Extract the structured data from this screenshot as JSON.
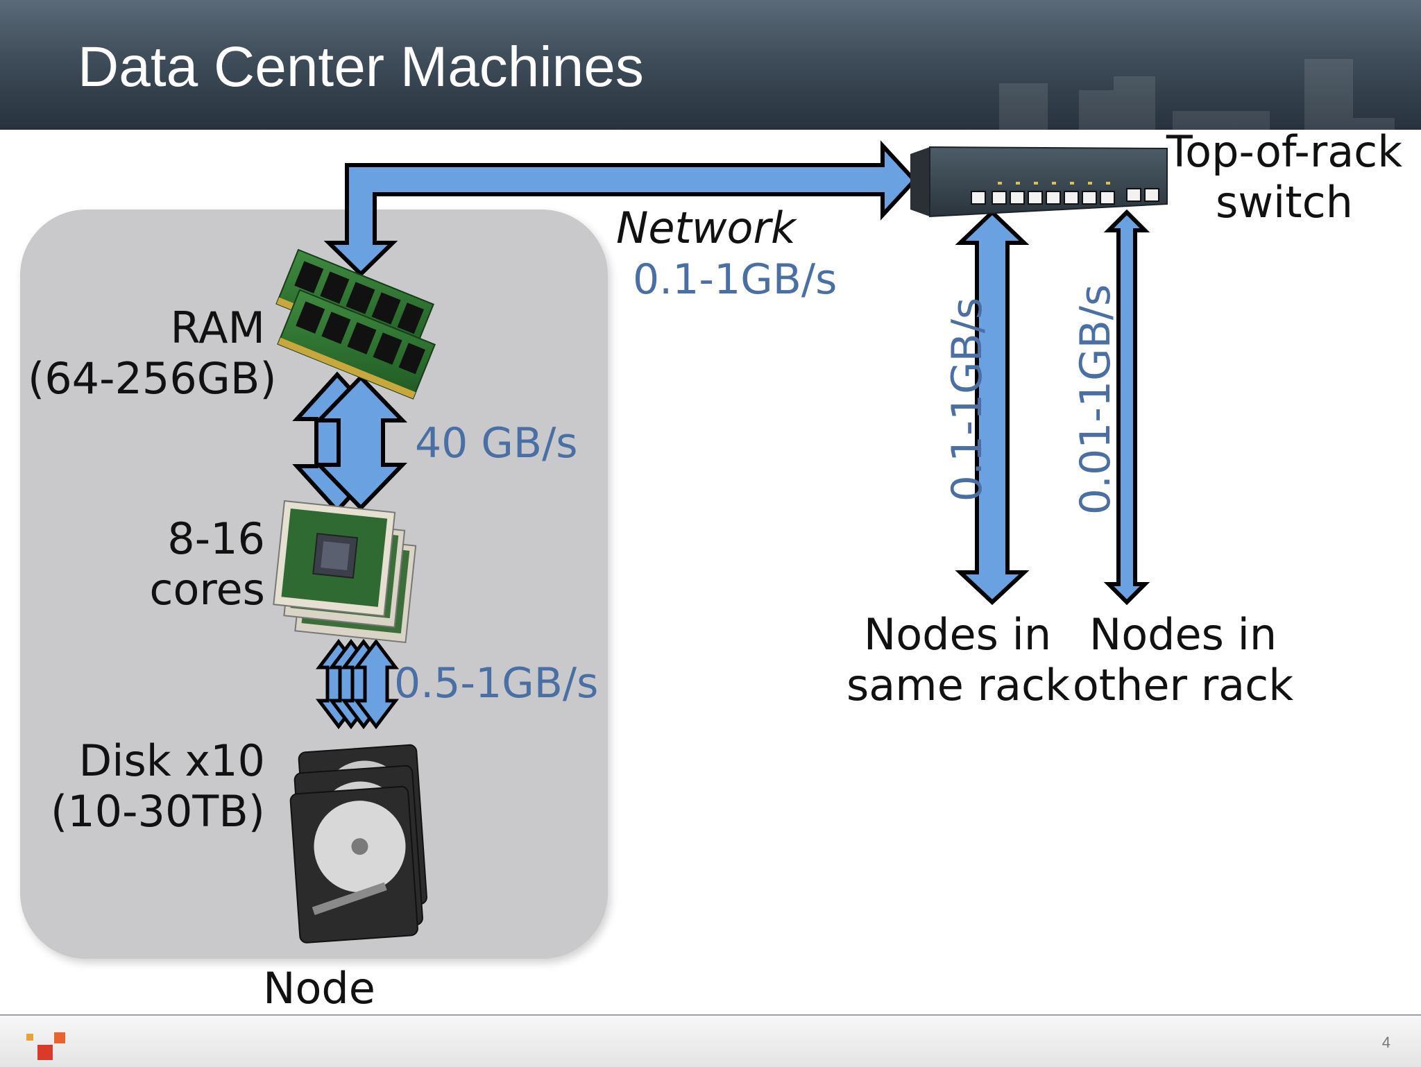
{
  "slide": {
    "title": "Data Center Machines",
    "page_number": "4"
  },
  "node": {
    "label": "Node",
    "ram_label": "RAM",
    "ram_size": "(64-256GB)",
    "cpu_label_line1": "8-16",
    "cpu_label_line2": "cores",
    "disk_label": "Disk x10",
    "disk_size": "(10-30TB)",
    "ram_cpu_bandwidth": "40 GB/s",
    "cpu_disk_bandwidth": "0.5-1GB/s"
  },
  "network": {
    "label": "Network",
    "bandwidth": "0.1-1GB/s",
    "switch_label_line1": "Top-of-rack",
    "switch_label_line2": "switch",
    "same_rack_bandwidth": "0.1-1GB/s",
    "other_rack_bandwidth": "0.01-1GB/s",
    "same_rack_line1": "Nodes in",
    "same_rack_line2": "same rack",
    "other_rack_line1": "Nodes in",
    "other_rack_line2": "other rack"
  },
  "colors": {
    "arrow_fill": "#6aa1e0",
    "bandwidth_text": "#4a6fa5",
    "panel": "#c9c9cb"
  }
}
